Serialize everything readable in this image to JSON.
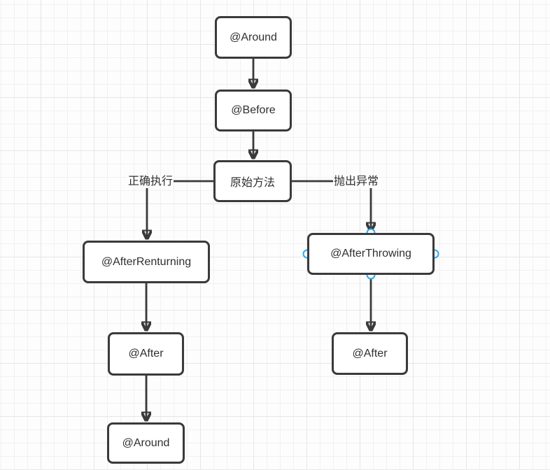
{
  "canvas": {
    "background": "#fdfdfd",
    "grid_minor_color": "#f1f1f1",
    "grid_major_color": "#e6e6e6"
  },
  "diagram": {
    "nodes": [
      {
        "id": "around-top",
        "label": "@Around"
      },
      {
        "id": "before",
        "label": "@Before"
      },
      {
        "id": "original-method",
        "label": "原始方法"
      },
      {
        "id": "after-returning",
        "label": "@AfterRenturning"
      },
      {
        "id": "after-throwing",
        "label": "@AfterThrowing",
        "selected": true
      },
      {
        "id": "after-success",
        "label": "@After"
      },
      {
        "id": "after-exception",
        "label": "@After"
      },
      {
        "id": "around-bottom",
        "label": "@Around"
      }
    ],
    "edge_labels": [
      {
        "id": "success-path",
        "label": "正确执行"
      },
      {
        "id": "exception-path",
        "label": "抛出异常"
      }
    ],
    "colors": {
      "node_border": "#3a3a3a",
      "node_fill": "#ffffff",
      "edge": "#3a3a3a",
      "text": "#2f2f2f",
      "selection_handle": "#29a9f2"
    }
  }
}
